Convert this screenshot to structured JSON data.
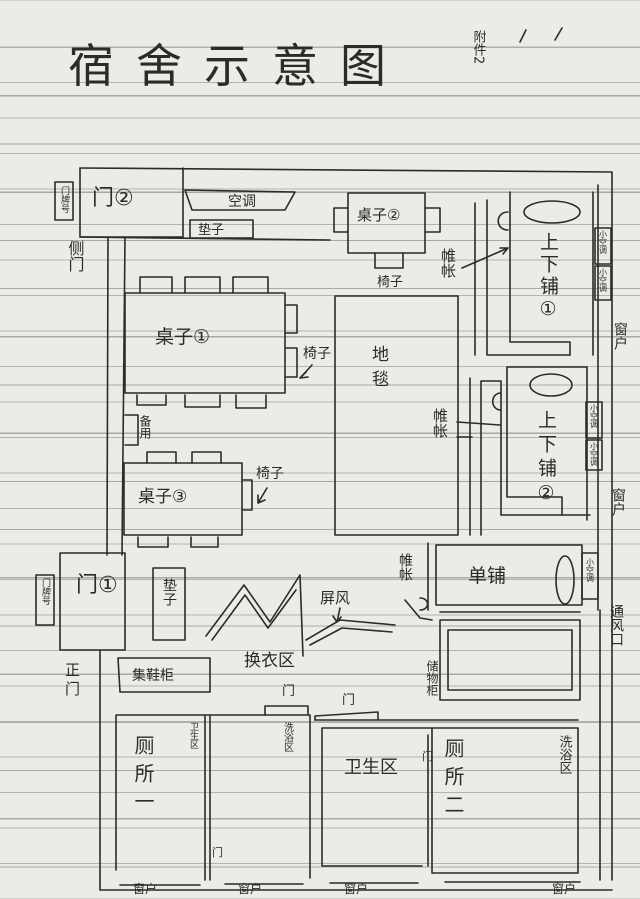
{
  "title": "宿舍示意图",
  "attachment": "附件2",
  "labels": {
    "door2": "门②",
    "door1": "门①",
    "door_plate_top": "门牌号",
    "door_plate_main": "门牌号",
    "side_door": "侧门",
    "main_door": "正门",
    "ac": "空调",
    "mat_top": "垫子",
    "mat_main": "垫子",
    "table1": "桌子①",
    "table2": "桌子②",
    "table3": "桌子③",
    "chair_t1": "椅子",
    "chair_t2": "椅子",
    "chair_t3": "椅子",
    "spare_chair": "备用",
    "carpet": "地毯",
    "bunk1": "上下铺①",
    "bunk2": "上下铺②",
    "single_bed": "单铺",
    "curtain1": "帷帐",
    "curtain2": "帷帐",
    "curtain3": "帷帐",
    "small_ac": "小空调",
    "window": "窗户",
    "vent": "通风口",
    "screen": "屏风",
    "changing_area": "换衣区",
    "shoe_cabinet": "集鞋柜",
    "storage_cabinet": "储物柜",
    "door": "门",
    "toilet1": "厕所一",
    "toilet2": "厕所二",
    "hygiene_small": "卫生区",
    "bath1": "洗浴区",
    "hygiene_area": "卫生区",
    "bath2": "洗浴区"
  }
}
